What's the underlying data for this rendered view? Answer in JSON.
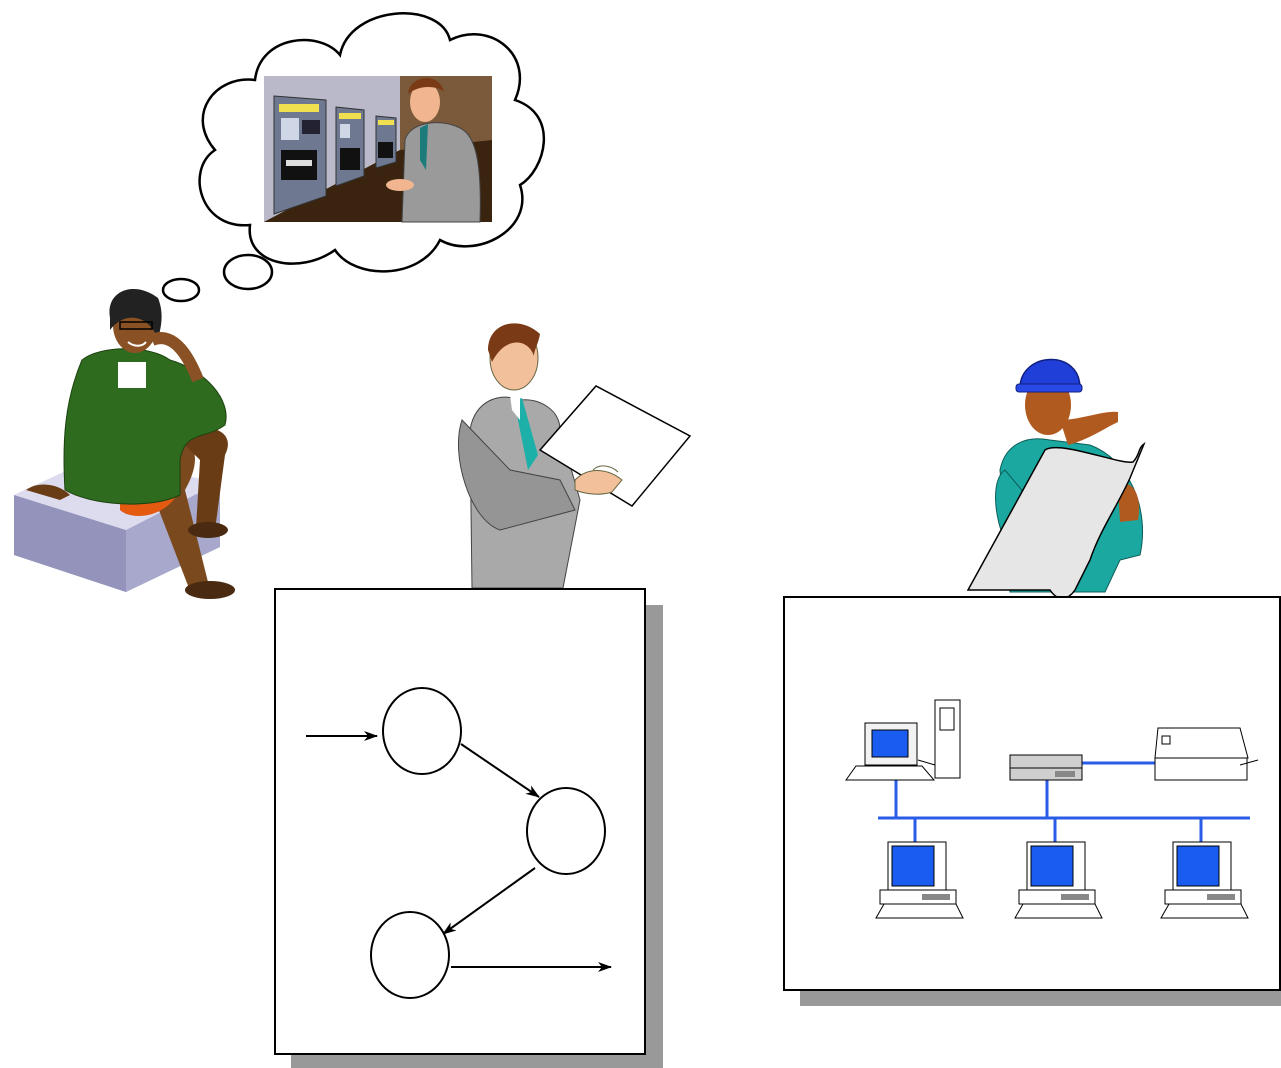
{
  "figures": {
    "customer": {
      "icon": "woman-on-phone-icon",
      "thought": "thought-bubble-atm-scene"
    },
    "analyst": {
      "icon": "man-with-document-icon"
    },
    "engineer": {
      "icon": "construction-worker-with-blueprint-icon"
    }
  },
  "state_diagram": {
    "states": 3,
    "has_entry_arrow": true,
    "has_exit_arrow": true
  },
  "network_diagram": {
    "workstations": 3,
    "has_server": true,
    "has_hub": true,
    "has_printer": true
  },
  "colors": {
    "panel_border": "#000000",
    "panel_shadow": "#999999",
    "network_link": "#2a5ce8",
    "screen": "#1a5cf0",
    "jacket_green": "#2f6b1e",
    "suit_gray": "#a9a9a9",
    "hardhat_blue": "#1f3fd8",
    "atm_background": "#7a5a3a"
  }
}
